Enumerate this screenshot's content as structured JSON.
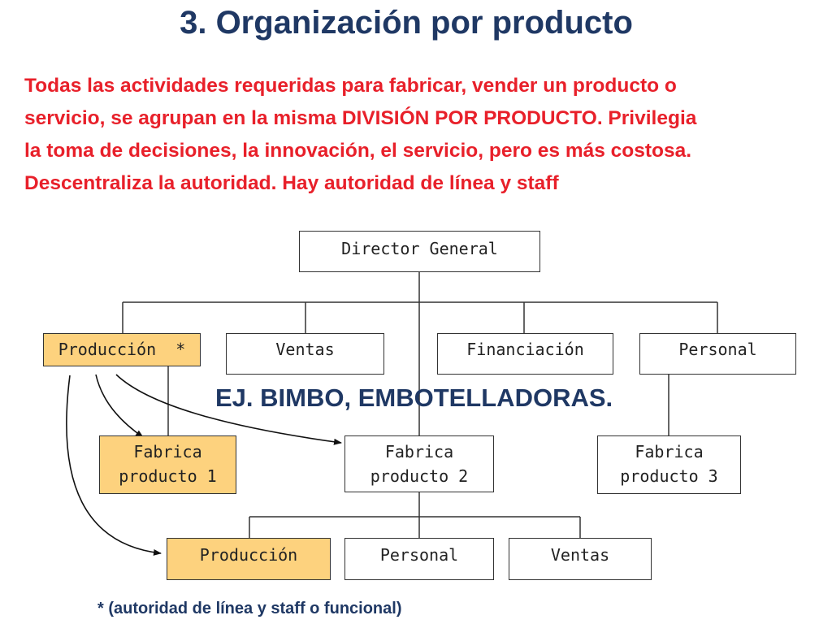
{
  "title": "3. Organización por producto",
  "intro": [
    "Todas las actividades requeridas para fabricar, vender un producto o",
    "servicio, se agrupan en la misma DIVISIÓN POR PRODUCTO. Privilegia",
    "la toma de decisiones, la innovación, el servicio, pero es más costosa.",
    "Descentraliza la autoridad. Hay autoridad de línea y staff"
  ],
  "org": {
    "director": "Director General",
    "departments": {
      "produccion": "Producción  *",
      "ventas": "Ventas",
      "financiacion": "Financiación",
      "personal": "Personal"
    },
    "products": {
      "p1": [
        "Fabrica",
        "producto 1"
      ],
      "p2": [
        "Fabrica",
        "producto 2"
      ],
      "p3": [
        "Fabrica",
        "producto 3"
      ]
    },
    "sub_units": {
      "produccion": "Producción",
      "personal": "Personal",
      "ventas": "Ventas"
    }
  },
  "example": "EJ. BIMBO, EMBOTELLADORAS.",
  "footnote": "* (autoridad de línea y  staff o funcional)",
  "colors": {
    "title": "#1f3864",
    "intro": "#e8202a",
    "highlight": "#fdd27e",
    "lines": "#333333"
  }
}
